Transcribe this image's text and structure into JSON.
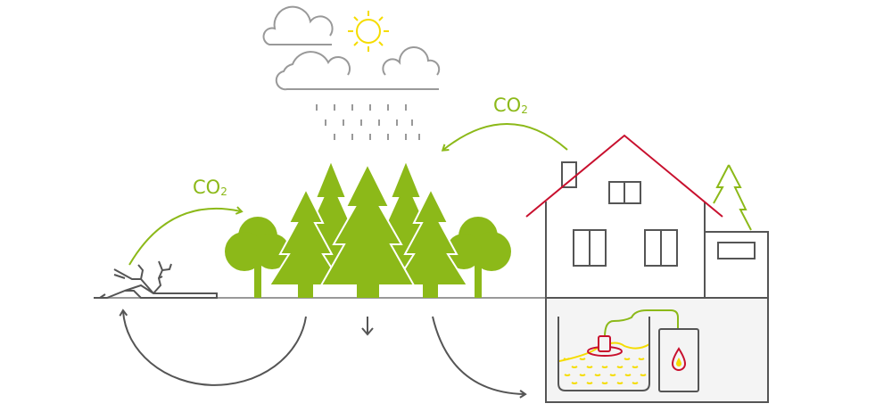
{
  "labels": {
    "co2_forest": {
      "main": "CO",
      "sub": "2"
    },
    "co2_house": {
      "main": "CO",
      "sub": "2"
    }
  },
  "colors": {
    "green": "#8cb919",
    "gray": "#5a5a5a",
    "red": "#c8102e",
    "yellow": "#f5dc00",
    "basement": "#f4f4f4"
  }
}
